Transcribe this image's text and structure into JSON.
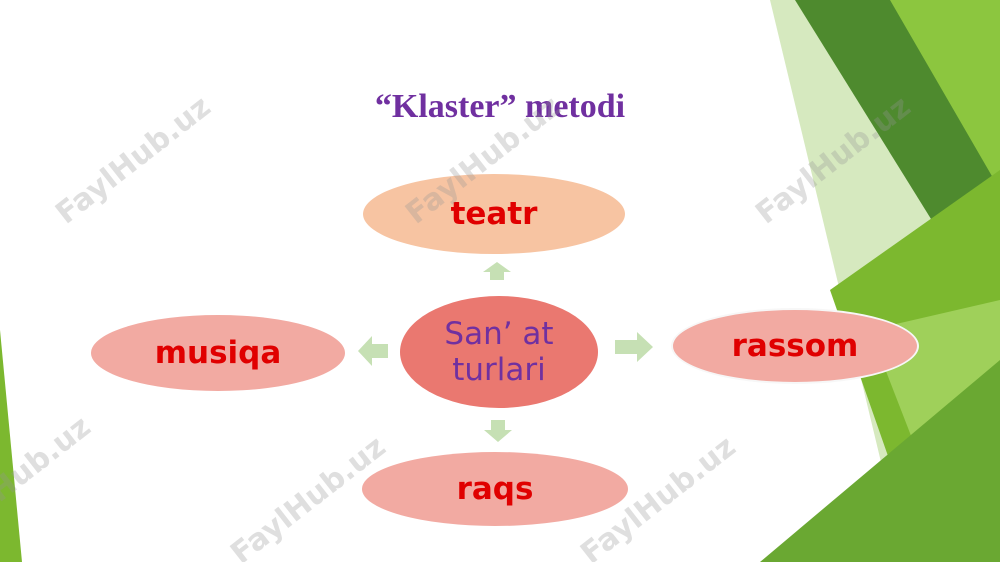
{
  "slide": {
    "title": "“Klaster” metodi"
  },
  "diagram": {
    "center": "San’ at\nturlari",
    "nodes": {
      "top": "teatr",
      "left": "musiqa",
      "right": "rassom",
      "bottom": "raqs"
    }
  },
  "watermark": "FaylHub.uz",
  "colors": {
    "title": "#7030a0",
    "node_text": "#e00000",
    "center_fill": "#ea7870",
    "node_fill": "#f2aaa2",
    "top_node_fill": "#f7c4a2",
    "arrow": "#c6e0b4",
    "accent_green": "#7cb82f"
  }
}
